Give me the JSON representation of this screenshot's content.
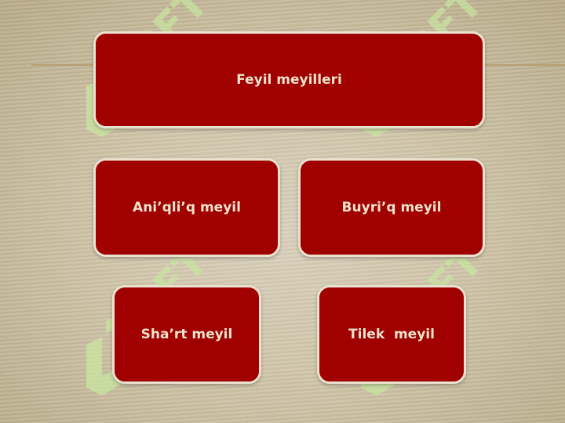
{
  "diagram": {
    "root": {
      "label": "Feyil meyilleri"
    },
    "children": [
      {
        "label": "Ani’qli’q meyil"
      },
      {
        "label": "Buyri’q meyil"
      },
      {
        "label": "Sha’rt meyil"
      },
      {
        "label": "Tilek  meyil"
      }
    ]
  },
  "watermark": {
    "text": "SOFT",
    "icon": "fs-logo-watermark",
    "color": "#c8e6a0"
  },
  "colors": {
    "box_fill": "#a00000",
    "box_border": "#e9e2cf",
    "box_text": "#ece3cc",
    "background": "#cfc4a8"
  }
}
